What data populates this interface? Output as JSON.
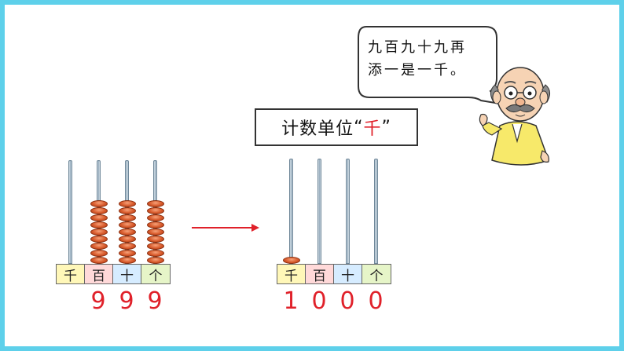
{
  "speech": {
    "line1": "九百九十九再",
    "line2": "添一是一千。"
  },
  "unit_box": {
    "prefix": "计数单位",
    "quote_open": "“",
    "unit": "千",
    "quote_close": "”"
  },
  "places": [
    "千",
    "百",
    "十",
    "个"
  ],
  "left_abacus": {
    "bead_counts": [
      0,
      9,
      9,
      9
    ],
    "digits": [
      "9",
      "9",
      "9"
    ]
  },
  "right_abacus": {
    "bead_counts": [
      1,
      0,
      0,
      0
    ],
    "digits": [
      "1",
      "0",
      "0",
      "0"
    ]
  },
  "colors": {
    "frame": "#5ed0ea",
    "accent_red": "#e0212a",
    "bead": "#d85a2b",
    "qian": "#fff7b8",
    "bai": "#ffd9d9",
    "shi": "#d6ecff",
    "ge": "#e6f5c8"
  },
  "icons": {
    "teacher": "grandpa-teacher-illustration",
    "arrow": "arrow-right-icon"
  }
}
